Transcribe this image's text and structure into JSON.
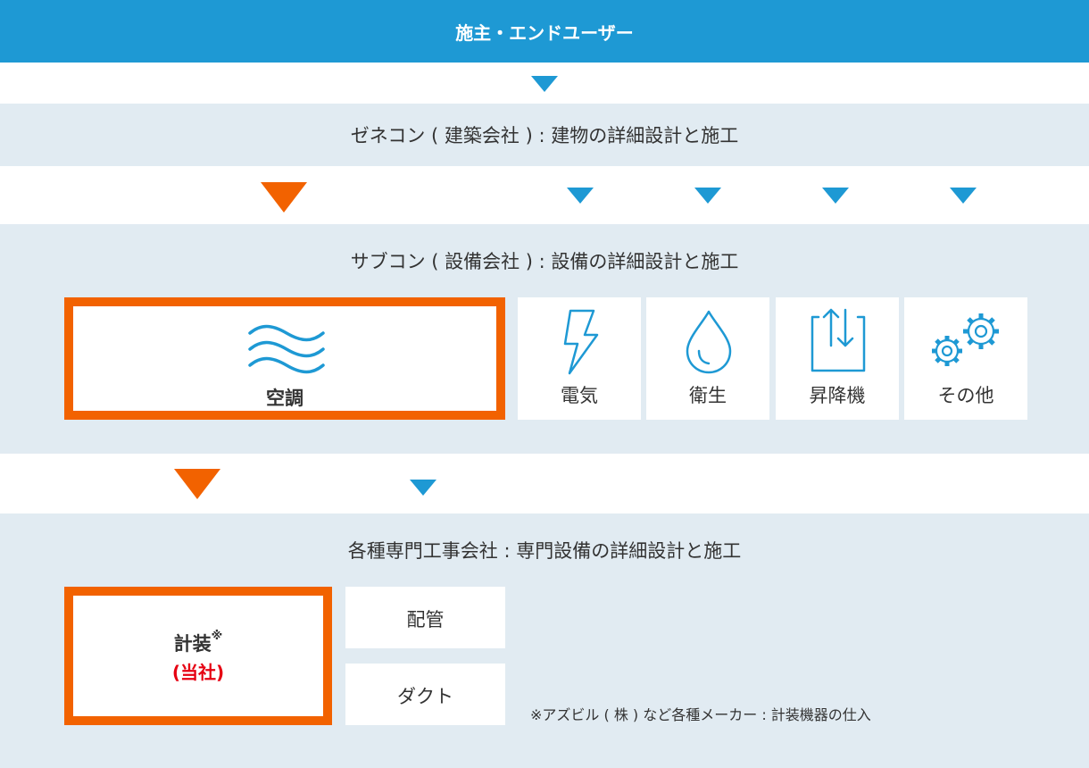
{
  "header": {
    "title": "施主・エンドユーザー"
  },
  "general_contractor": {
    "title": "ゼネコン ( 建築会社 ) : 建物の詳細設計と施工"
  },
  "subcontractor": {
    "title": "サブコン ( 設備会社 ) : 設備の詳細設計と施工",
    "items": [
      {
        "label": "空調",
        "icon": "waves-icon",
        "highlighted": true
      },
      {
        "label": "電気",
        "icon": "lightning-icon"
      },
      {
        "label": "衛生",
        "icon": "water-drop-icon"
      },
      {
        "label": "昇降機",
        "icon": "elevator-icon"
      },
      {
        "label": "その他",
        "icon": "gears-icon"
      }
    ]
  },
  "specialty": {
    "title": "各種専門工事会社 : 専門設備の詳細設計と施工",
    "instrumentation": {
      "label": "計装",
      "mark": "※",
      "company": "(当社)"
    },
    "piping": "配管",
    "duct": "ダクト",
    "footnote": "※アズビル ( 株 ) など各種メーカー : 計装機器の仕入"
  },
  "colors": {
    "blue": "#1e99d4",
    "orange": "#f26200",
    "band": "#e1ebf2",
    "red": "#e60012"
  }
}
